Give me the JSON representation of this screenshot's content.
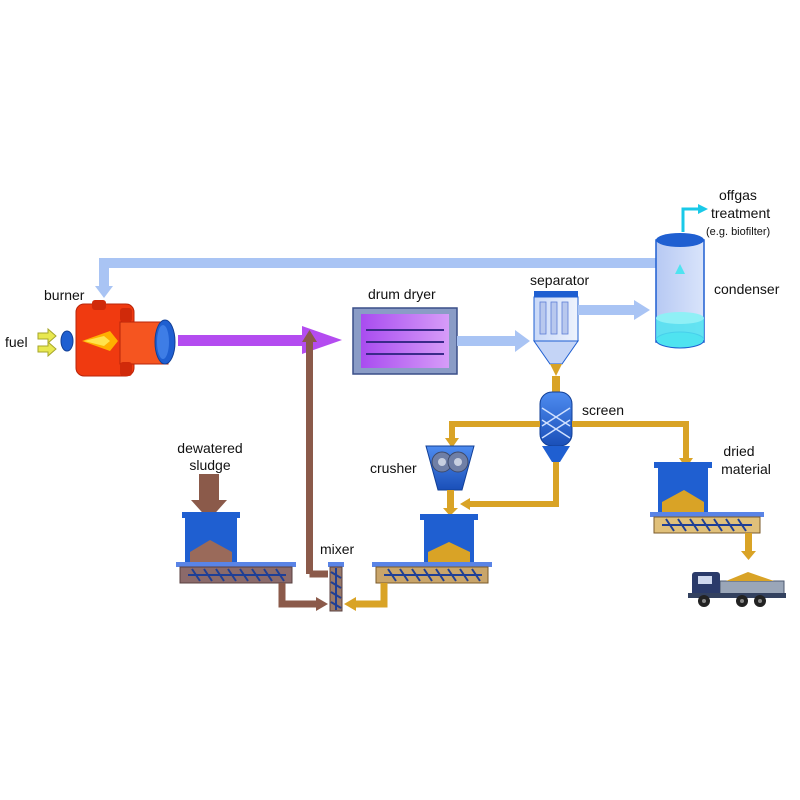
{
  "labels": {
    "offgas_line1": "offgas",
    "offgas_line2": "treatment",
    "offgas_line3": "(e.g. biofilter)",
    "condenser": "condenser",
    "burner": "burner",
    "fuel": "fuel",
    "drum_dryer": "drum dryer",
    "separator": "separator",
    "screen": "screen",
    "crusher": "crusher",
    "dewatered_line1": "dewatered",
    "dewatered_line2": "sludge",
    "dried_line1": "dried",
    "dried_line2": "material",
    "mixer": "mixer"
  },
  "colors": {
    "offgas_return": "#a9c4f4",
    "hot_gas": "#b44cf0",
    "sludge_flow": "#8b5a4a",
    "material_flow": "#d9a326",
    "equipment_blue": "#1f5fd1",
    "burner_red": "#f03a10",
    "condenser_water": "#4fe3f0",
    "offgas_out": "#19c9e8",
    "fuel_arrow": "#e8e850"
  }
}
